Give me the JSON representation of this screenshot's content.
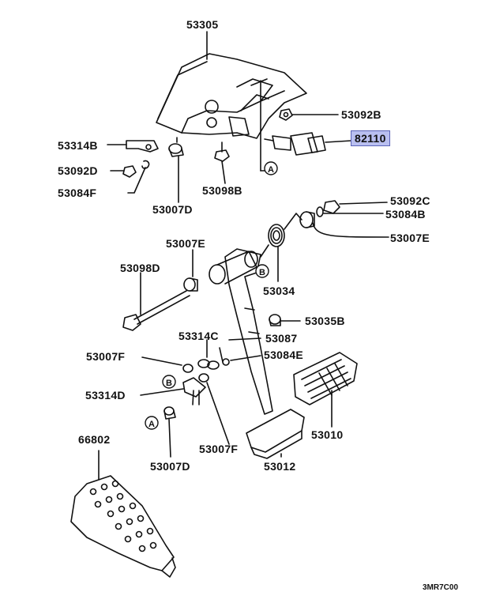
{
  "labels": {
    "p53305": "53305",
    "p53092B": "53092B",
    "p82110": "82110",
    "p53314B": "53314B",
    "p53092D": "53092D",
    "p53084F": "53084F",
    "p53007D_top": "53007D",
    "p53098B": "53098B",
    "p53092C": "53092C",
    "p53084B": "53084B",
    "p53007E_right": "53007E",
    "p53007E_left": "53007E",
    "p53098D": "53098D",
    "p53034": "53034",
    "p53035B": "53035B",
    "p53314C": "53314C",
    "p53087": "53087",
    "p53007F_left": "53007F",
    "p53084E": "53084E",
    "p53314D": "53314D",
    "p53010": "53010",
    "p53007F_bottom": "53007F",
    "p53012": "53012",
    "p53007D_bottom": "53007D",
    "p66802": "66802"
  },
  "callouts": {
    "a1": "A",
    "a2": "A",
    "b1": "B",
    "b2": "B"
  },
  "highlight_color": "#b9bff0",
  "diagram_code": "3MR7C00"
}
